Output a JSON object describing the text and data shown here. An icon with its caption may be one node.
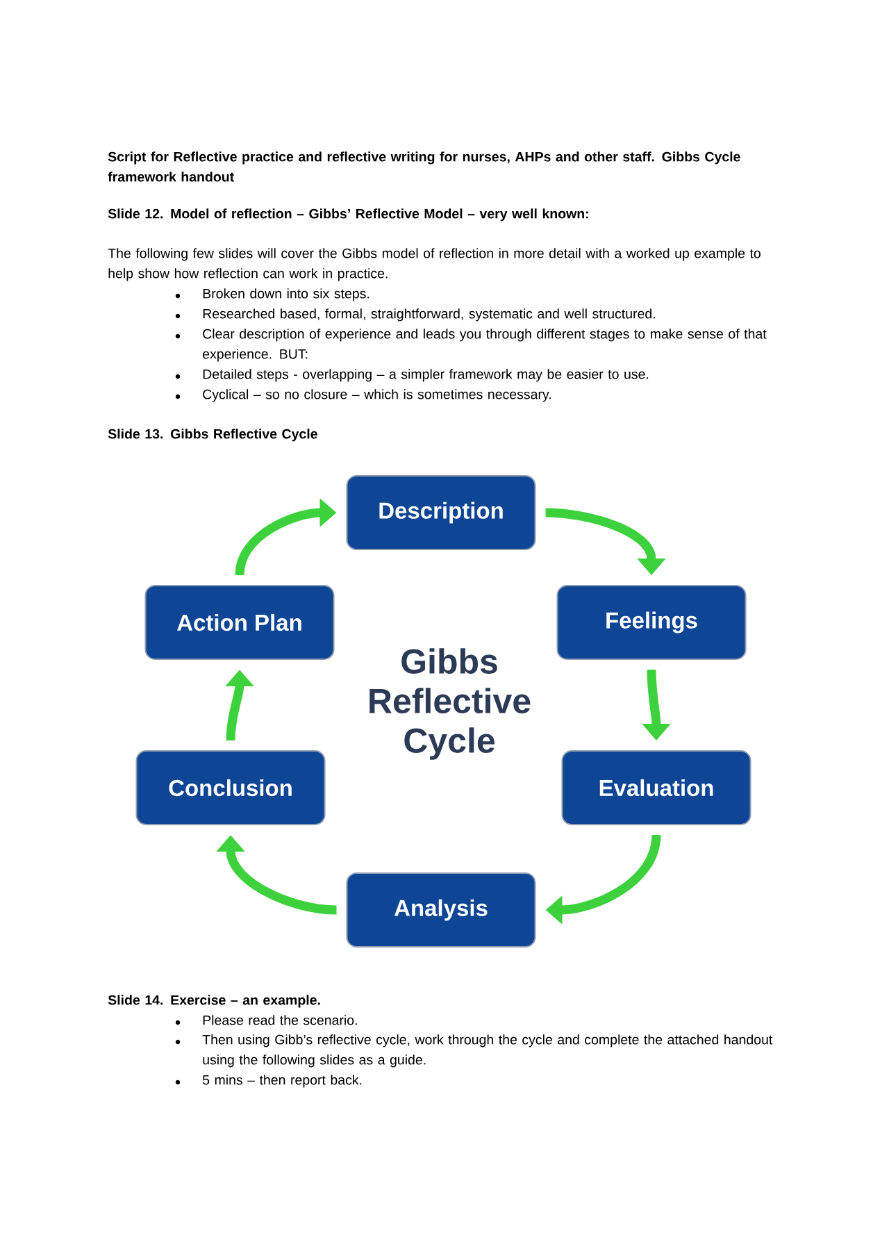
{
  "diagram": {
    "title": "Script for Reflective practice and reflective writing for nurses, AHPs and other staff. Gibbs Cycle framework handout",
    "nodes": [
      {
        "text": [
          "Description"
        ]
      },
      {
        "text": [
          "Feelings"
        ]
      },
      {
        "text": [
          "Evaluation"
        ]
      },
      {
        "text": [
          "Analysis"
        ]
      },
      {
        "text": [
          "Conclusion"
        ]
      },
      {
        "text": [
          "Action Plan"
        ]
      }
    ],
    "edges": [
      {
        "from": 0,
        "to": 1,
        "arrow": "to"
      },
      {
        "from": 1,
        "to": 2,
        "arrow": "to"
      },
      {
        "from": 2,
        "to": 3,
        "arrow": "to"
      },
      {
        "from": 3,
        "to": 4,
        "arrow": "to"
      },
      {
        "from": 4,
        "to": 5,
        "arrow": "to"
      },
      {
        "from": 5,
        "to": 0,
        "arrow": "to"
      }
    ],
    "labels": [
      "Slide 12. Model of reflection – Gibbs’ Reflective Model – very well known:",
      "The following few slides will cover the Gibbs model of reflection in more detail with a worked up example to help show how reflection can work in practice.",
      "Broken down into six steps.",
      "Researched based, formal, straightforward, systematic and well structured.",
      "Clear description of experience and leads you through different stages to make sense of that experience.  BUT:",
      "Detailed steps - overlapping – a simpler framework may be easier to use.",
      "Cyclical – so no closure – which is sometimes necessary.",
      "Slide 13. Gibbs Reflective Cycle",
      "Gibbs Reflective Cycle",
      "Slide 14.  Exercise – an example.",
      "Please read the scenario.",
      "Then using Gibb’s reflective cycle, work through the cycle and complete the attached handout using the following slides as a guide.",
      "5 mins – then report back."
    ]
  }
}
